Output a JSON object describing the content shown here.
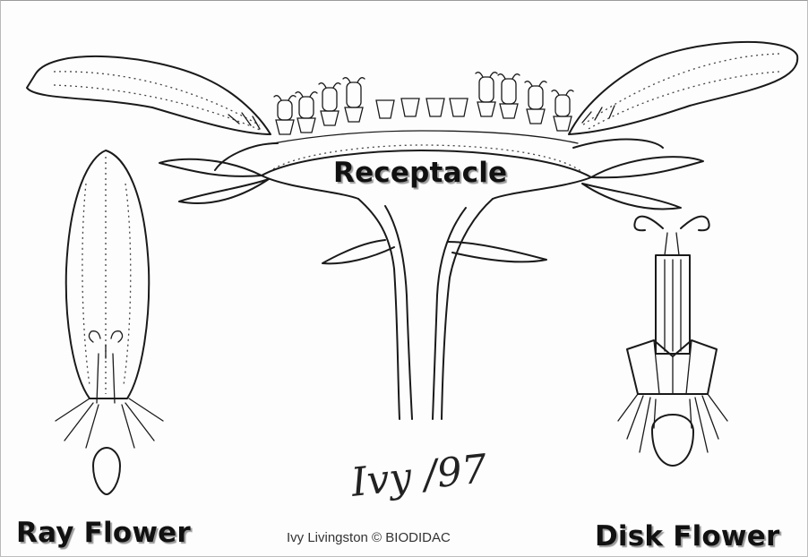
{
  "labels": {
    "receptacle": "Receptacle",
    "ray_flower": "Ray Flower",
    "disk_flower": "Disk Flower"
  },
  "credit": "Ivy Livingston © BIODIDAC",
  "signature": "Ivy /97",
  "colors": {
    "ray_petal": "#f7f1a4",
    "disk_floret": "#a8ec9a",
    "anther_tube": "#efc79a",
    "outline": "#1a1a1a"
  }
}
